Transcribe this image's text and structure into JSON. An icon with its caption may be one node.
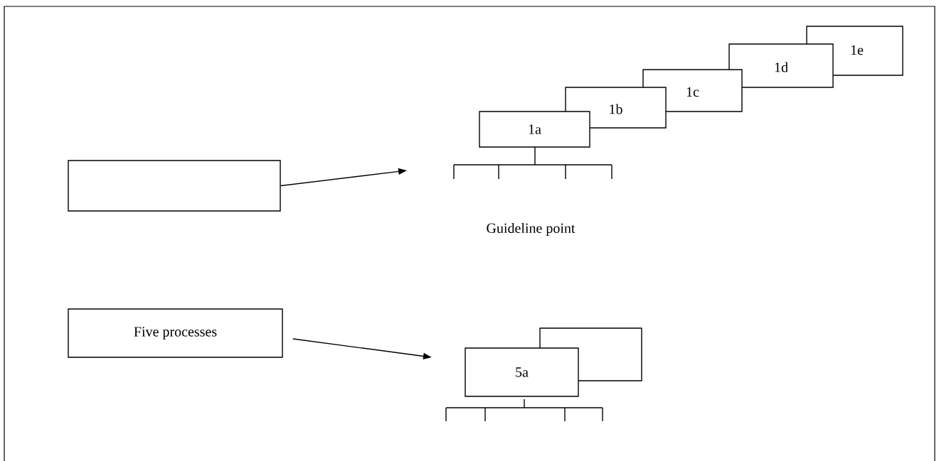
{
  "diagram": {
    "nodes": [
      {
        "text": [],
        "shape": "box"
      },
      {
        "text": [
          "1a"
        ]
      },
      {
        "text": [
          "1b"
        ]
      },
      {
        "text": [
          "1c"
        ]
      },
      {
        "text": [
          "1d"
        ]
      },
      {
        "text": [
          "1e"
        ]
      },
      {
        "text": [
          "Five processes"
        ]
      },
      {
        "text": [
          "5a"
        ]
      },
      {
        "text": [],
        "shape": "box"
      }
    ],
    "edges": [
      {
        "from": 0,
        "to": null,
        "arrow": "to"
      },
      {
        "from": 6,
        "to": null,
        "arrow": "to"
      }
    ],
    "labels": [
      "Guideline point"
    ]
  }
}
